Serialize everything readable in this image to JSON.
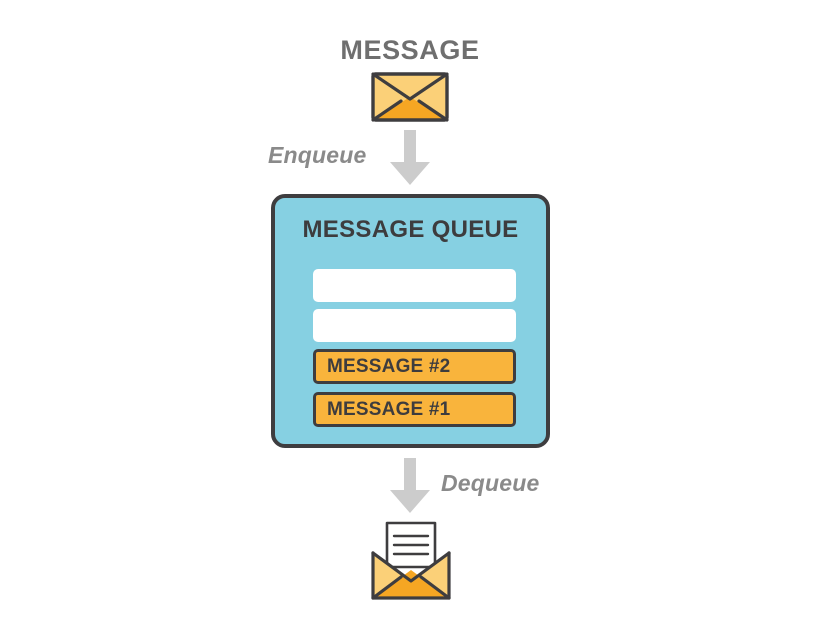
{
  "diagram": {
    "title": "MESSAGE",
    "queue": {
      "title": "MESSAGE QUEUE",
      "slots": [
        {
          "label": "",
          "state": "empty"
        },
        {
          "label": "",
          "state": "empty"
        },
        {
          "label": "MESSAGE #2",
          "state": "filled"
        },
        {
          "label": "MESSAGE #1",
          "state": "filled"
        }
      ]
    },
    "flow": {
      "enqueue_label": "Enqueue",
      "dequeue_label": "Dequeue"
    },
    "icons": {
      "closed_envelope": "envelope-closed-icon",
      "open_envelope": "envelope-open-letter-icon",
      "enqueue_arrow": "arrow-down-icon",
      "dequeue_arrow": "arrow-down-icon"
    },
    "colors": {
      "queue_fill": "#86d0e2",
      "queue_border": "#3e3d3f",
      "message_fill": "#f9b43c",
      "envelope_light": "#fbd078",
      "envelope_dark": "#f5a623",
      "arrow_gray": "#cccccc",
      "heading_gray": "#6f6f6f",
      "label_gray": "#8a8a8a",
      "text_dark": "#3d3c3e",
      "slot_empty": "#ffffff"
    }
  }
}
